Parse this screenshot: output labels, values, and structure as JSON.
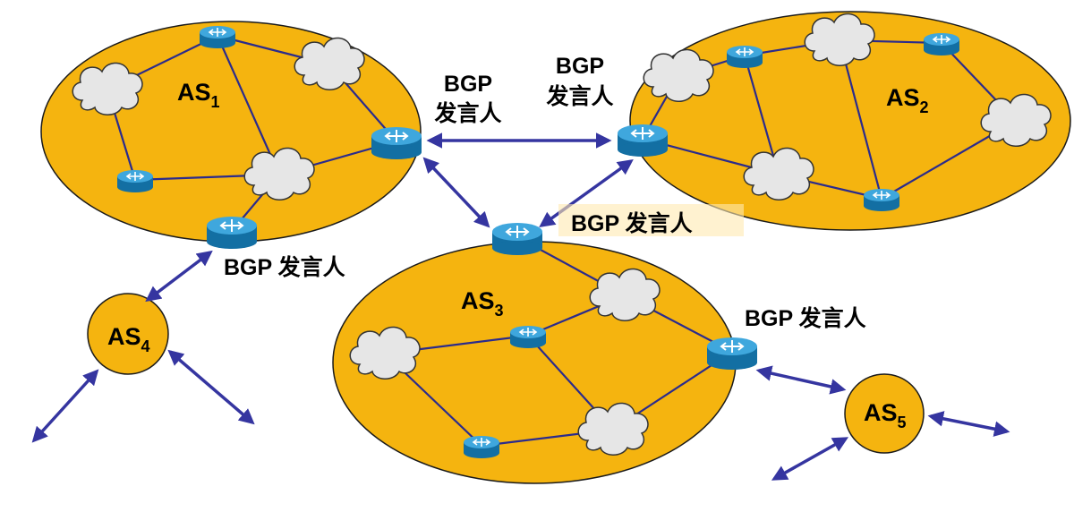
{
  "autonomous_systems": [
    {
      "id": "as1",
      "name": "AS",
      "sub": "1"
    },
    {
      "id": "as2",
      "name": "AS",
      "sub": "2"
    },
    {
      "id": "as3",
      "name": "AS",
      "sub": "3"
    },
    {
      "id": "as4",
      "name": "AS",
      "sub": "4"
    },
    {
      "id": "as5",
      "name": "AS",
      "sub": "5"
    }
  ],
  "speaker_labels": {
    "as1_top_line1": "BGP",
    "as1_top_line2": "发言人",
    "as2_top_line1": "BGP",
    "as2_top_line2": "发言人",
    "as3_top": "BGP 发言人",
    "as1_bottom": "BGP 发言人",
    "as3_right": "BGP 发言人"
  },
  "colors": {
    "as_fill": "#F5B40F",
    "as_stroke": "#1a1a1a",
    "link": "#2B2B8C",
    "arrow": "#3535A0",
    "cloud_fill": "#E6E6E6",
    "router": "#1F8FC7"
  }
}
